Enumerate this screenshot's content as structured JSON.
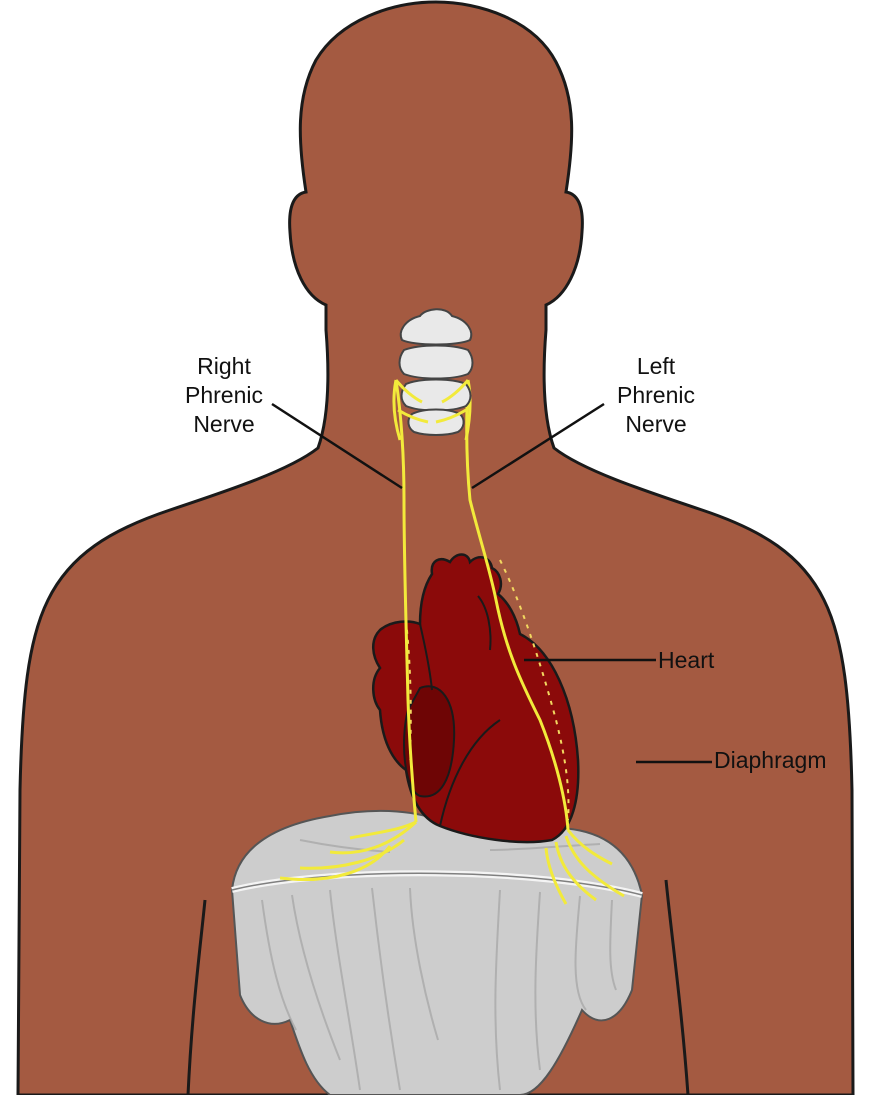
{
  "labels": {
    "right_phrenic_nerve": [
      "Right",
      "Phrenic",
      "Nerve"
    ],
    "left_phrenic_nerve": [
      "Left",
      "Phrenic",
      "Nerve"
    ],
    "heart": "Heart",
    "diaphragm": "Diaphragm"
  },
  "colors": {
    "skin": "#a45a41",
    "outline": "#1a1a1a",
    "heart": "#8b0a0a",
    "heart_shade": "#6e0505",
    "nerve": "#f2ea3b",
    "bone": "#e9e9e9",
    "diaphragm": "#cdcdcd",
    "diaphragm_dark": "#a9a9a9",
    "leader_line": "#111111"
  }
}
